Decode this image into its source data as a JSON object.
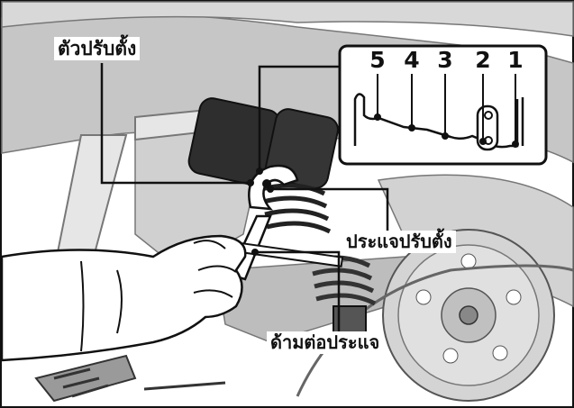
{
  "labels": {
    "adjuster": "ตัวปรับตั้ง",
    "wrench": "ประแจปรับตั้ง",
    "extension_handle": "ด้ามต่อประแจ"
  },
  "inset": {
    "positions": [
      "5",
      "4",
      "3",
      "2",
      "1"
    ]
  },
  "colors": {
    "line": "#111111",
    "paper": "#ffffff",
    "shade": "#c9c9c9",
    "dark_part": "#2c2c2c"
  }
}
